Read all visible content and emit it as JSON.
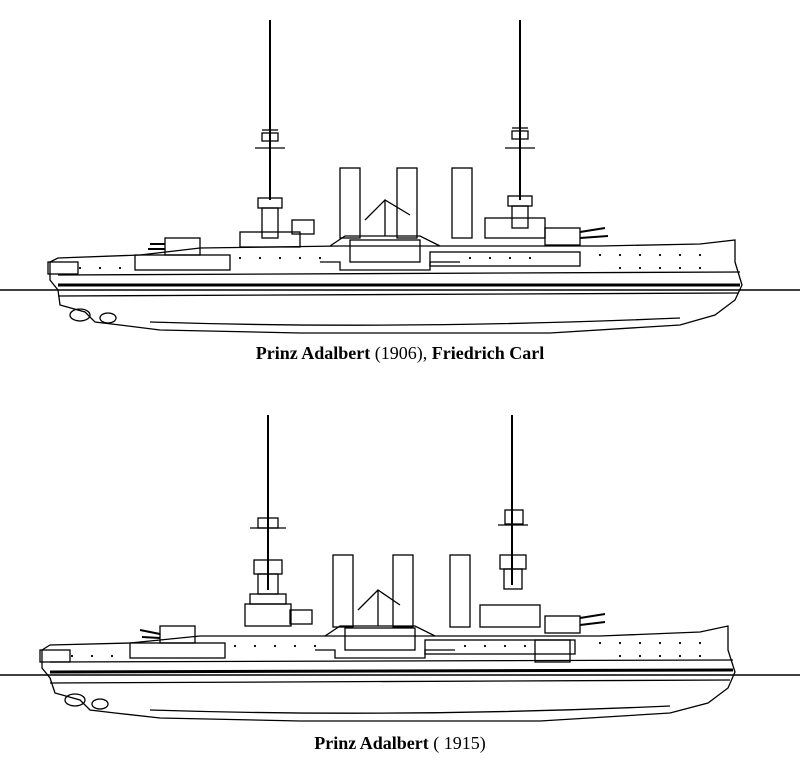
{
  "figures": [
    {
      "caption": {
        "name": "Prinz Adalbert",
        "year": "(1906),",
        "second_ship": "Friedrich Carl"
      }
    },
    {
      "caption": {
        "name": "Prinz Adalbert",
        "year": "( 1915)"
      }
    }
  ]
}
